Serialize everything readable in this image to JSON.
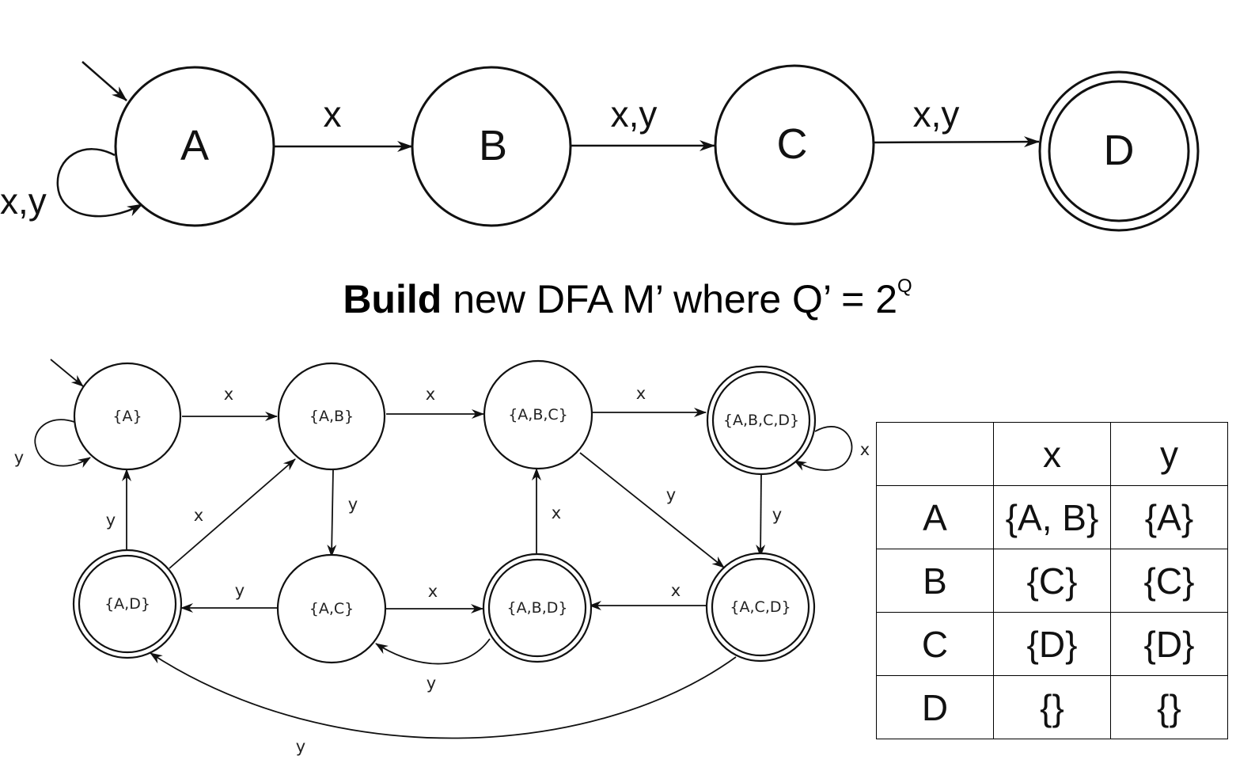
{
  "nfa": {
    "states": [
      {
        "id": "A",
        "label": "A",
        "start": true,
        "accept": false
      },
      {
        "id": "B",
        "label": "B",
        "start": false,
        "accept": false
      },
      {
        "id": "C",
        "label": "C",
        "start": false,
        "accept": false
      },
      {
        "id": "D",
        "label": "D",
        "start": false,
        "accept": true
      }
    ],
    "edges": [
      {
        "from": "A",
        "to": "A",
        "label": "x,y"
      },
      {
        "from": "A",
        "to": "B",
        "label": "x"
      },
      {
        "from": "B",
        "to": "C",
        "label": "x,y"
      },
      {
        "from": "C",
        "to": "D",
        "label": "x,y"
      }
    ]
  },
  "heading": {
    "bold": "Build",
    "rest": " new DFA M’ where Q’ = 2",
    "superscript": "Q"
  },
  "dfa": {
    "states": [
      {
        "id": "A",
        "label": "{A}",
        "start": true,
        "accept": false
      },
      {
        "id": "AB",
        "label": "{A,B}",
        "start": false,
        "accept": false
      },
      {
        "id": "ABC",
        "label": "{A,B,C}",
        "start": false,
        "accept": false
      },
      {
        "id": "ABCD",
        "label": "{A,B,C,D}",
        "start": false,
        "accept": true
      },
      {
        "id": "AD",
        "label": "{A,D}",
        "start": false,
        "accept": true
      },
      {
        "id": "AC",
        "label": "{A,C}",
        "start": false,
        "accept": false
      },
      {
        "id": "ABD",
        "label": "{A,B,D}",
        "start": false,
        "accept": true
      },
      {
        "id": "ACD",
        "label": "{A,C,D}",
        "start": false,
        "accept": true
      }
    ],
    "edges": [
      {
        "from": "A",
        "to": "A",
        "label": "y"
      },
      {
        "from": "A",
        "to": "AB",
        "label": "x"
      },
      {
        "from": "AB",
        "to": "ABC",
        "label": "x"
      },
      {
        "from": "ABC",
        "to": "ABCD",
        "label": "x"
      },
      {
        "from": "ABCD",
        "to": "ABCD",
        "label": "x"
      },
      {
        "from": "ABCD",
        "to": "ACD",
        "label": "y"
      },
      {
        "from": "AB",
        "to": "AC",
        "label": "y"
      },
      {
        "from": "ABC",
        "to": "ACD",
        "label": "y"
      },
      {
        "from": "AD",
        "to": "A",
        "label": "y"
      },
      {
        "from": "AD",
        "to": "AB",
        "label": "x"
      },
      {
        "from": "ABD",
        "to": "ABC",
        "label": "x"
      },
      {
        "from": "AC",
        "to": "AD",
        "label": "y"
      },
      {
        "from": "AC",
        "to": "ABD",
        "label": "x"
      },
      {
        "from": "ACD",
        "to": "ABD",
        "label": "x"
      },
      {
        "from": "ABD",
        "to": "AC",
        "label": "y"
      },
      {
        "from": "ACD",
        "to": "AD",
        "label": "y"
      }
    ]
  },
  "table": {
    "header": [
      "",
      "x",
      "y"
    ],
    "rows": [
      [
        "A",
        "{A, B}",
        "{A}"
      ],
      [
        "B",
        "{C}",
        "{C}"
      ],
      [
        "C",
        "{D}",
        "{D}"
      ],
      [
        "D",
        "{}",
        "{}"
      ]
    ]
  }
}
